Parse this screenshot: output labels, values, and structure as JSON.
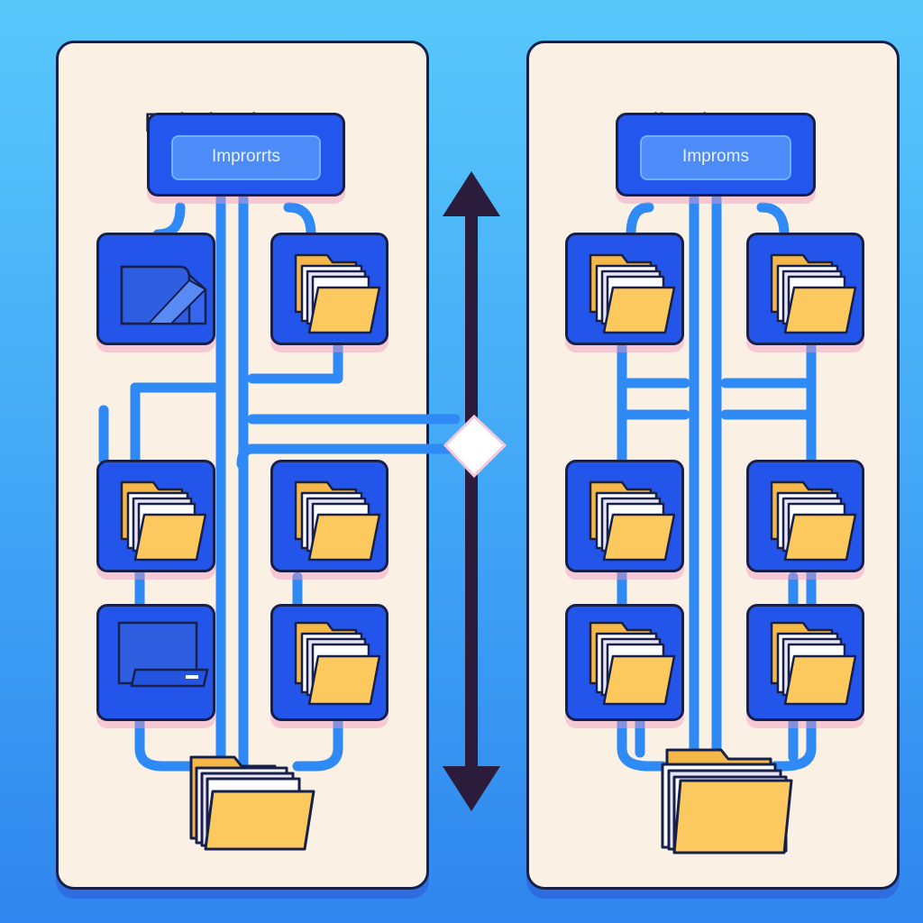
{
  "panels": {
    "left": {
      "title": "Relative imports",
      "header_label": "Improrrts"
    },
    "right": {
      "title": "Alias imports",
      "header_label": "Improms"
    }
  },
  "colors": {
    "background": "#4db5f8",
    "panel": "#fbf0e4",
    "tile": "#2355ea",
    "connector": "#2f8af5",
    "folder": "#f8c457",
    "outline": "#16204a",
    "divider_arrow": "#2a1c3a"
  },
  "icons": {
    "folder": "folder-icon",
    "window": "window-icon",
    "device": "laptop-icon",
    "arrow": "double-headed-arrow-icon",
    "junction": "diamond-icon"
  }
}
